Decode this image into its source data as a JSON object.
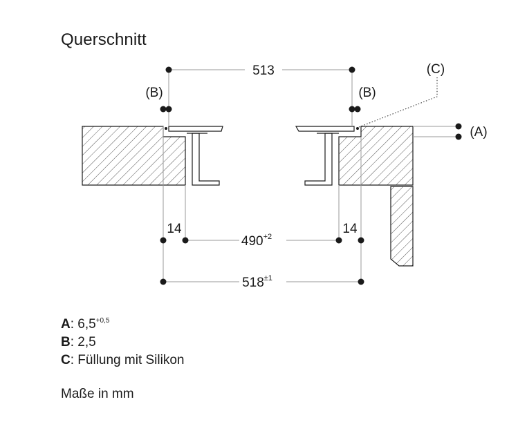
{
  "title": "Querschnitt",
  "dimensions": {
    "top_width": "513",
    "inner_left_gap": "14",
    "inner_right_gap": "14",
    "cutout": {
      "value": "490",
      "tolerance": "+2"
    },
    "overall": {
      "value": "518",
      "tolerance": "±1"
    }
  },
  "callouts": {
    "a": "(A)",
    "b_left": "(B)",
    "b_right": "(B)",
    "c": "(C)"
  },
  "legend": [
    {
      "key": "A",
      "sep": ": ",
      "text": "6,5",
      "sup": "+0,5"
    },
    {
      "key": "B",
      "sep": ": ",
      "text": "2,5",
      "sup": ""
    },
    {
      "key": "C",
      "sep": ": ",
      "text": "Füllung mit Silikon",
      "sup": ""
    }
  ],
  "units_note": "Maße in mm",
  "colors": {
    "line": "#1a1a1a",
    "hatch": "#555555",
    "dim": "#9a9a9a"
  }
}
